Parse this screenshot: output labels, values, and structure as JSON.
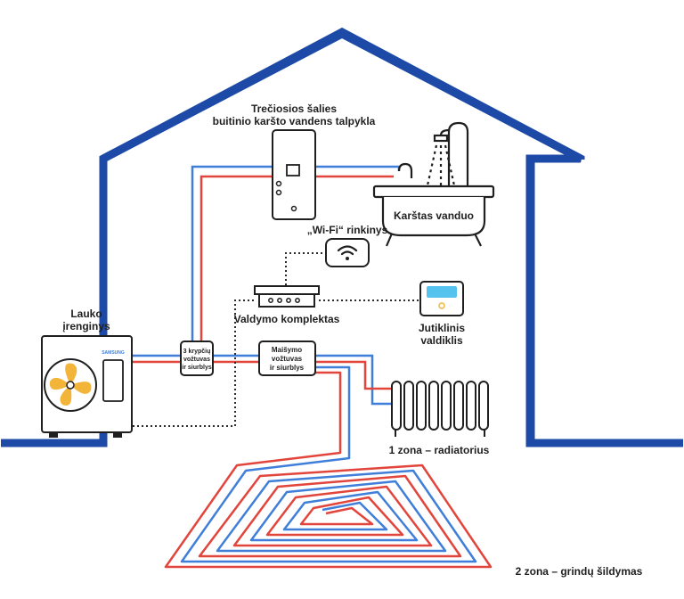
{
  "labels": {
    "tank_line1": "Trečiosios šalies",
    "tank_line2": "buitinio karšto vandens talpykla",
    "hot_water": "Karštas vanduo",
    "wifi_kit": "„Wi-Fi“ rinkinys",
    "control_kit": "Valdymo komplektas",
    "thermostat_line1": "Jutiklinis",
    "thermostat_line2": "valdiklis",
    "outdoor_line1": "Lauko",
    "outdoor_line2": "įrenginys",
    "brand": "SAMSUNG",
    "valve_line1": "3 krypčių",
    "valve_line2": "vožtuvas",
    "valve_line3": "ir siurblys",
    "mixing_line1": "Maišymo",
    "mixing_line2": "vožtuvas",
    "mixing_line3": "ir siurblys",
    "zone1": "1 zona – radiatorius",
    "zone2": "2 zona – grindų šildymas"
  },
  "colors": {
    "house": "#1d4aa6",
    "cold_pipe": "#3f7fd9",
    "hot_pipe": "#e2453c",
    "fan": "#f2b53a",
    "screen": "#56c3ee"
  }
}
